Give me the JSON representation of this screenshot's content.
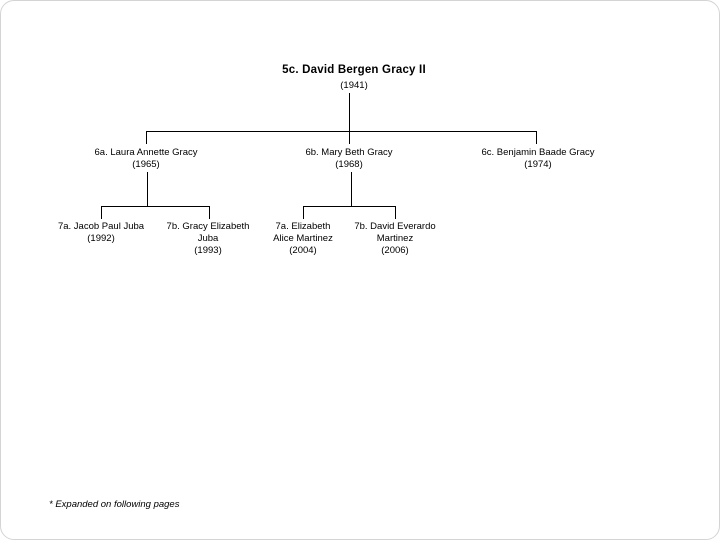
{
  "title": {
    "name": "5c. David Bergen Gracy II",
    "year": "(1941)"
  },
  "gen6": [
    {
      "line1": "6a. Laura Annette Gracy",
      "line2": "(1965)"
    },
    {
      "line1": "6b. Mary Beth Gracy",
      "line2": "(1968)"
    },
    {
      "line1": "6c. Benjamin Baade Gracy",
      "line2": "(1974)"
    }
  ],
  "gen7": [
    {
      "line1": "7a. Jacob Paul Juba",
      "line2": "(1992)"
    },
    {
      "line1": "7b. Gracy Elizabeth",
      "line2": "Juba",
      "line3": "(1993)"
    },
    {
      "line1": "7a. Elizabeth",
      "line2": "Alice Martinez",
      "line3": "(2004)"
    },
    {
      "line1": "7b. David Everardo",
      "line2": "Martinez",
      "line3": "(2006)"
    }
  ],
  "footnote": "* Expanded on following pages",
  "colors": {
    "line": "#000000",
    "text": "#000000",
    "background": "#ffffff"
  }
}
